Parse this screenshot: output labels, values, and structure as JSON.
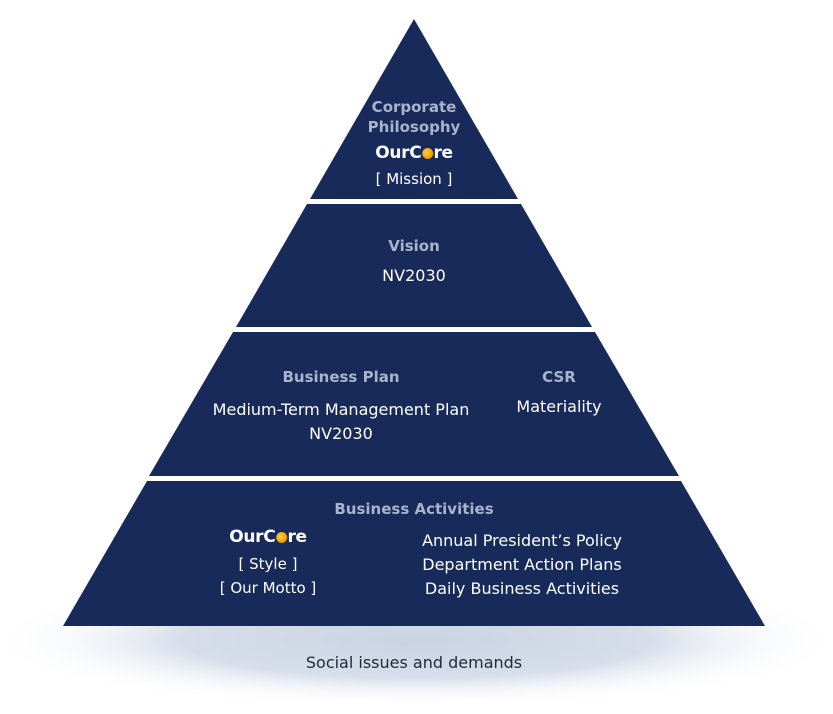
{
  "colors": {
    "tier_fill": "#182a5a",
    "heading_text": "#a9b3cc",
    "body_text": "#ffffff",
    "ground": "#c9d3e3",
    "logo_accent": "#f5a300"
  },
  "tiers": {
    "top": {
      "heading": "Corporate\nPhilosophy",
      "logo_prefix": "OurC",
      "logo_suffix": "re",
      "item": "[ Mission ]"
    },
    "vision": {
      "heading": "Vision",
      "item": "NV2030"
    },
    "plan": {
      "left_heading": "Business Plan",
      "left_items": "Medium-Term Management Plan\nNV2030",
      "right_heading": "CSR",
      "right_item": "Materiality"
    },
    "activities": {
      "heading": "Business Activities",
      "logo_prefix": "OurC",
      "logo_suffix": "re",
      "left_items": "[ Style ]\n[ Our Motto ]",
      "right_items": "Annual President’s Policy\nDepartment Action Plans\nDaily Business Activities"
    }
  },
  "ground_label": "Social issues and demands"
}
